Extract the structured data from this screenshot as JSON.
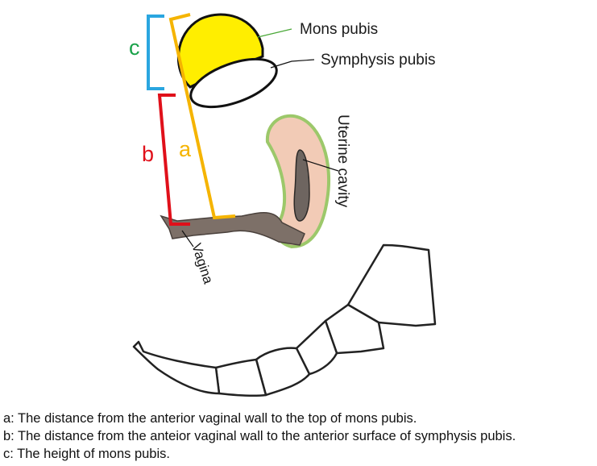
{
  "labels": {
    "mons_pubis": "Mons pubis",
    "symphysis_pubis": "Symphysis pubis",
    "uterine_cavity": "Uterine cavity",
    "vagina": "Vagina"
  },
  "brackets": {
    "a": {
      "letter": "a",
      "color": "#f5b400"
    },
    "b": {
      "letter": "b",
      "color": "#e0101a"
    },
    "c": {
      "letter": "c",
      "color": "#1aa24a",
      "bracket_color": "#2aa6e0"
    }
  },
  "colors": {
    "mons_fill": "#ffee00",
    "uterus_fill": "#f2cbb6",
    "uterus_outline": "#9cc86a",
    "vagina_fill": "#7d7068"
  },
  "caption": [
    "a: The distance from the anterior vaginal wall to the top of mons pubis.",
    "b: The distance from the anteior vaginal wall to the anterior surface of symphysis pubis.",
    "c: The height of mons pubis."
  ]
}
